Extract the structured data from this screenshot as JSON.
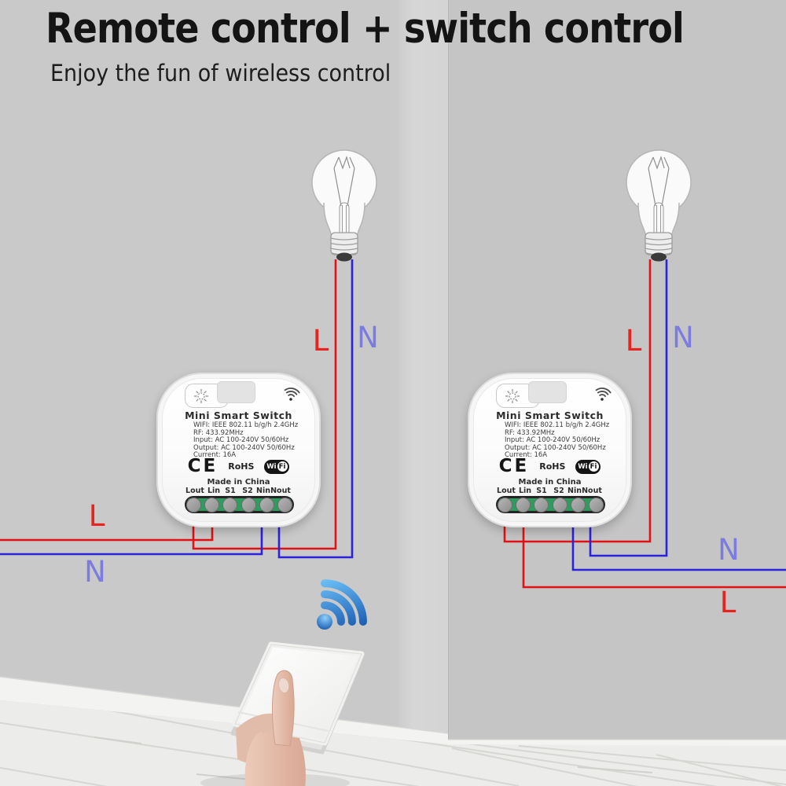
{
  "header": {
    "title": "Remote control + switch control",
    "subtitle": "Enjoy the fun of wireless control"
  },
  "device": {
    "name": "Mini Smart Switch",
    "specs": [
      "WIFI: IEEE 802.11 b/g/h  2.4GHz",
      "RF: 433.92MHz",
      "Input:  AC 100-240V  50/60Hz",
      "Output:  AC 100-240V  50/60Hz",
      "Current:  16A"
    ],
    "cert_ce": "CE",
    "cert_rohs": "RoHS",
    "cert_wifi_wi": "Wi",
    "cert_wifi_fi": "Fi",
    "origin": "Made in China",
    "terminals": [
      "Lout",
      "Lin",
      "S1",
      "S2",
      "Nin",
      "Nout"
    ]
  },
  "wire_labels": {
    "live": "L",
    "neutral": "N"
  },
  "icons": {
    "device_mode": "sun-icon",
    "device_signal": "wifi-signal-icon",
    "wireless_link": "wifi-3d-icon"
  },
  "colors": {
    "live_wire": "#e21114",
    "neutral_wire": "#2b22dc",
    "live_label": "#e8231d",
    "neutral_label": "#7b7be0",
    "terminal_green": "#2f9b5f",
    "wifi_icon_blue": "#0a57b8",
    "wall_gray": "#c9c9c9"
  }
}
